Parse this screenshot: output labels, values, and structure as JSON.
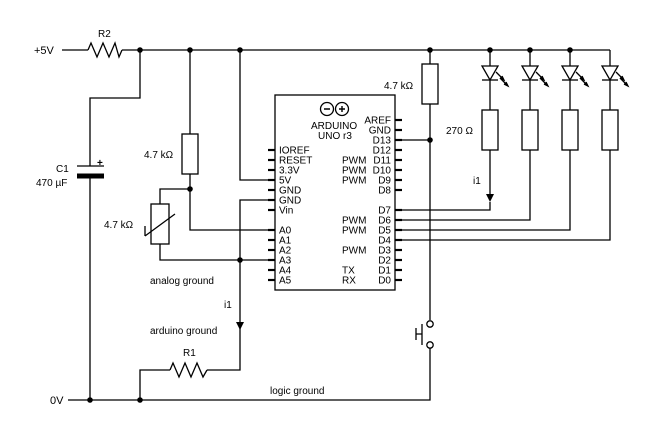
{
  "rails": {
    "vplus": "+5V",
    "zero": "0V"
  },
  "resistors": {
    "r2": "R2",
    "r1": "R1",
    "pullup": "4.7 kΩ",
    "thermistor": "4.7 kΩ",
    "d13_res": "4.7 kΩ",
    "led_res": "270 Ω"
  },
  "capacitor": {
    "name": "C1",
    "value": "470 µF"
  },
  "arduino": {
    "brand": "ARDUINO",
    "model": "UNO r3",
    "left_pins": [
      "IOREF",
      "RESET",
      "3.3V",
      "5V",
      "GND",
      "GND",
      "Vin",
      "A0",
      "A1",
      "A2",
      "A3",
      "A4",
      "A5"
    ],
    "right_pins": [
      "AREF",
      "GND",
      "D13",
      "D12",
      "D11",
      "D10",
      "D9",
      "D8",
      "D7",
      "D6",
      "D5",
      "D4",
      "D3",
      "D2",
      "D1",
      "D0"
    ],
    "prefixes": [
      "",
      "",
      "",
      "",
      "PWM",
      "PWM",
      "PWM",
      "",
      "",
      "PWM",
      "PWM",
      "",
      "PWM",
      "",
      "TX",
      "RX"
    ]
  },
  "labels": {
    "analog_ground": "analog ground",
    "arduino_ground": "arduino ground",
    "logic_ground": "logic ground",
    "i1_left": "i1",
    "i1_right": "i1"
  }
}
